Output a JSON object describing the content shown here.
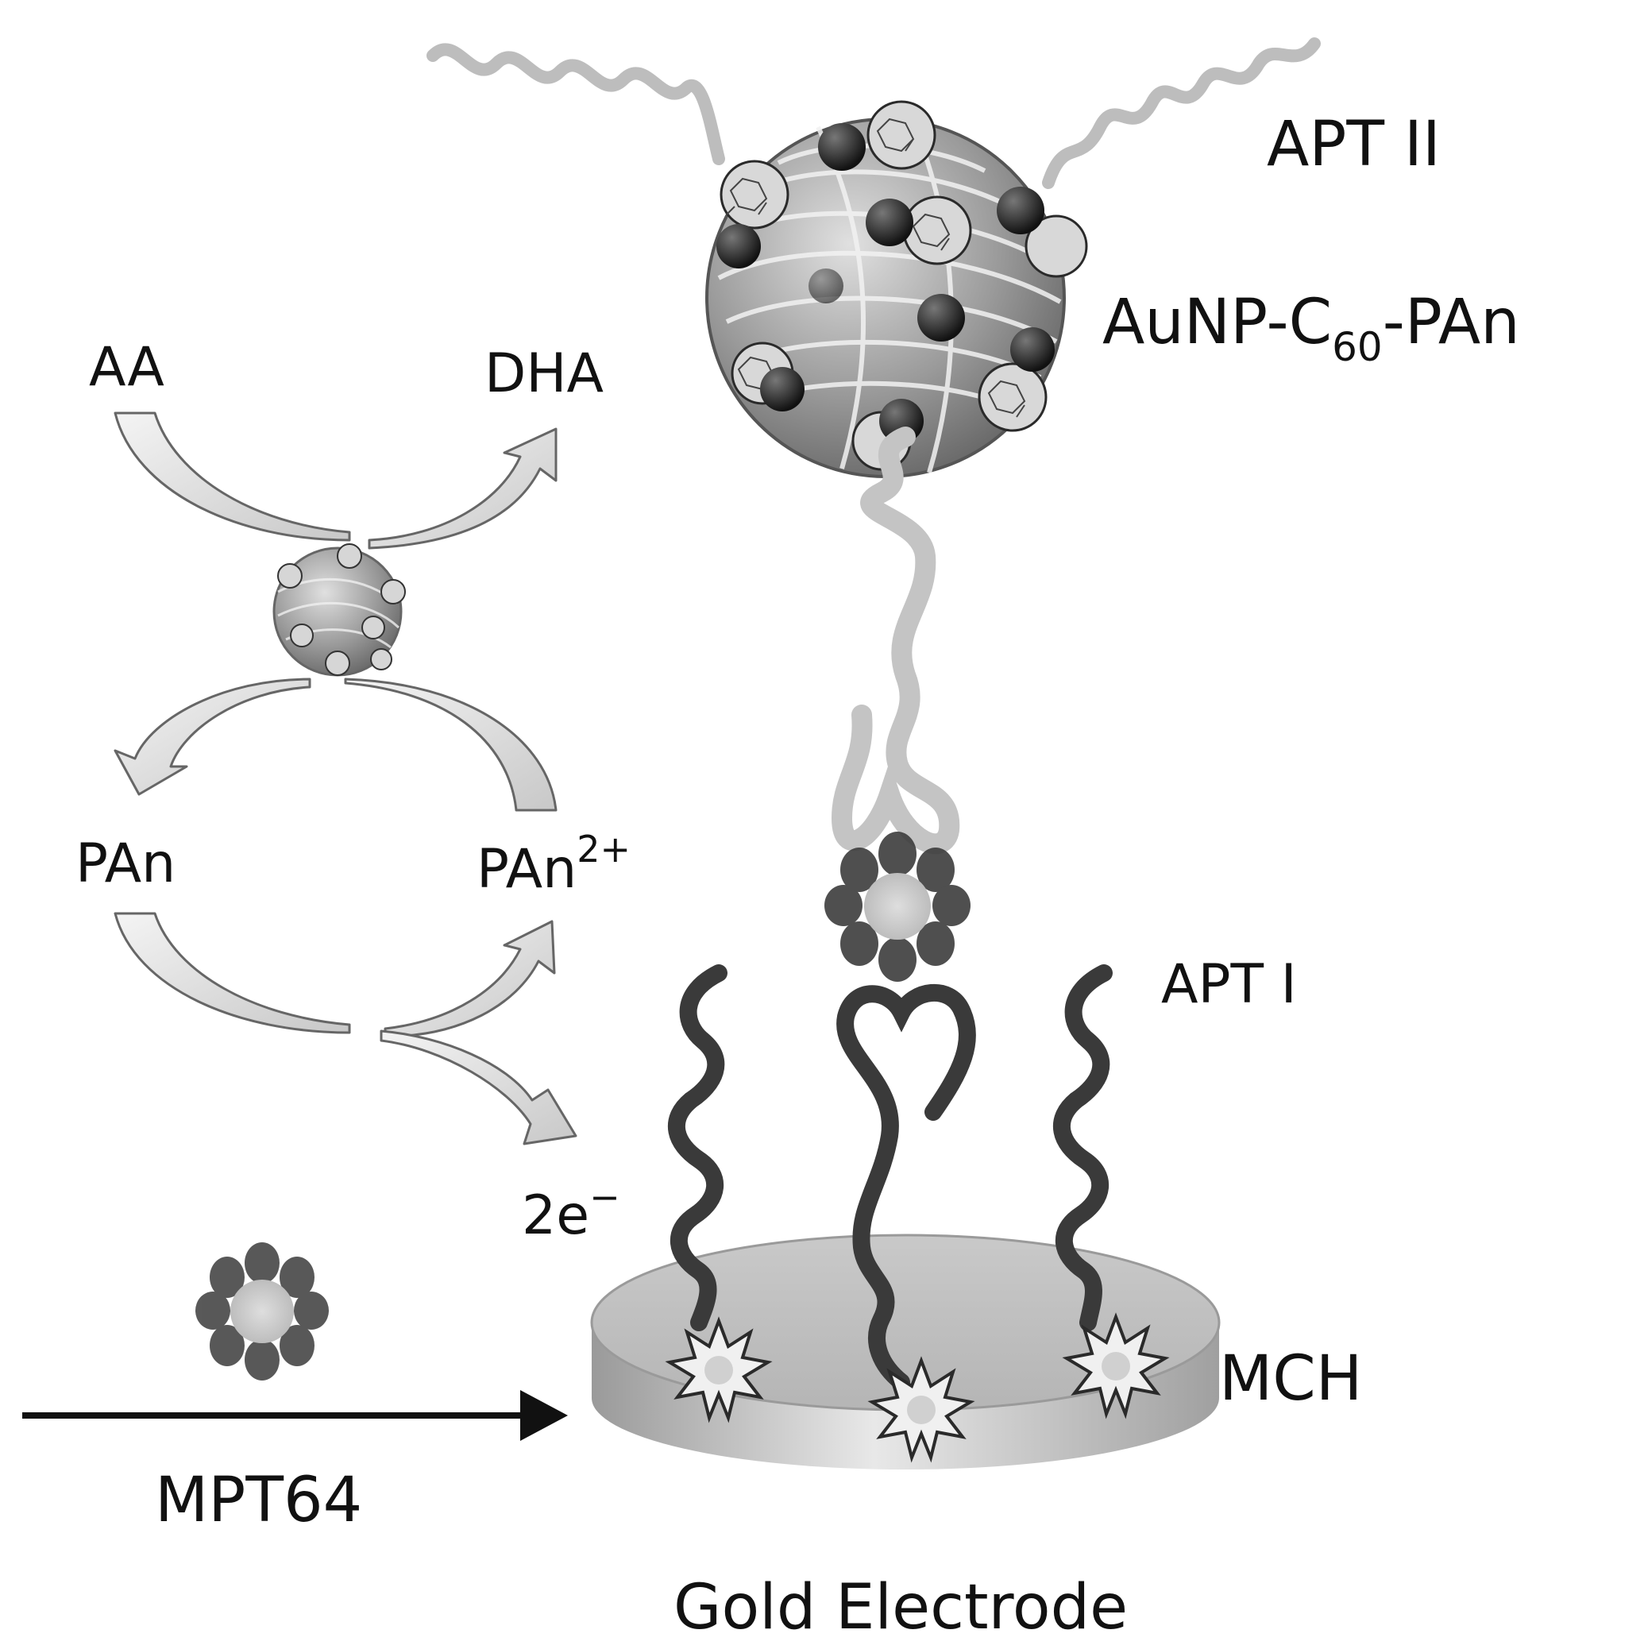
{
  "labels": {
    "apt2": "APT II",
    "aunp_main": "AuNP-C",
    "aunp_sub": "60",
    "aunp_tail": "-PAn",
    "aa": "AA",
    "dha": "DHA",
    "pan": "PAn",
    "pan2_base": "PAn",
    "pan2_sup": "2+",
    "apt1": "APT I",
    "electron_base": "2e",
    "electron_sup": "−",
    "mch": "MCH",
    "mpt64": "MPT64",
    "electrode": "Gold Electrode"
  },
  "colors": {
    "aptamer_dark": "#3a3a3a",
    "aptamer_light": "#bdbdbd",
    "arrow_fill": "#e6e6e6",
    "arrow_stroke": "#666666",
    "electrode_top": "#c4c4c4",
    "electrode_side": "#a9a9a9",
    "nanoparticle": "#8c8c8c",
    "gold_dot": "#2a2a2a"
  }
}
